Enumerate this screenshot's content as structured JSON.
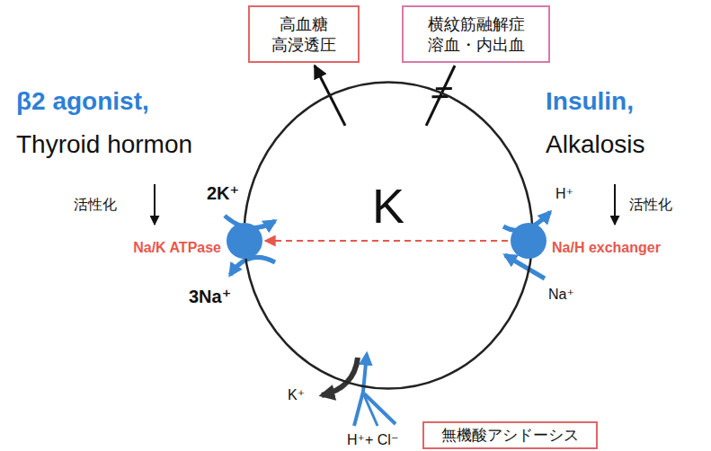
{
  "diagram": {
    "nodes": [
      {
        "text": [
          "高血糖 高浸透圧"
        ]
      },
      {
        "text": [
          "横紋筋融解症 溶血・内出血"
        ]
      },
      {
        "text": [
          "K"
        ]
      },
      {
        "text": [
          "Na/K ATPase"
        ]
      },
      {
        "text": [
          "Na/H exchanger"
        ]
      },
      {
        "text": [
          "無機酸アシドーシス"
        ]
      }
    ],
    "edges": [
      {
        "from": 2,
        "to": 0,
        "arrow": "to"
      },
      {
        "from": 2,
        "to": 1,
        "arrow": "none"
      },
      {
        "from": 4,
        "to": 3,
        "arrow": "to"
      }
    ],
    "labels": [
      "β2 agonist,",
      "Thyroid hormon",
      "活性化",
      "2K⁺",
      "3Na⁺",
      "Insulin,",
      "Alkalosis",
      "活性化",
      "H⁺",
      "Na⁺",
      "K⁺",
      "H⁺+ Cl⁻"
    ]
  }
}
